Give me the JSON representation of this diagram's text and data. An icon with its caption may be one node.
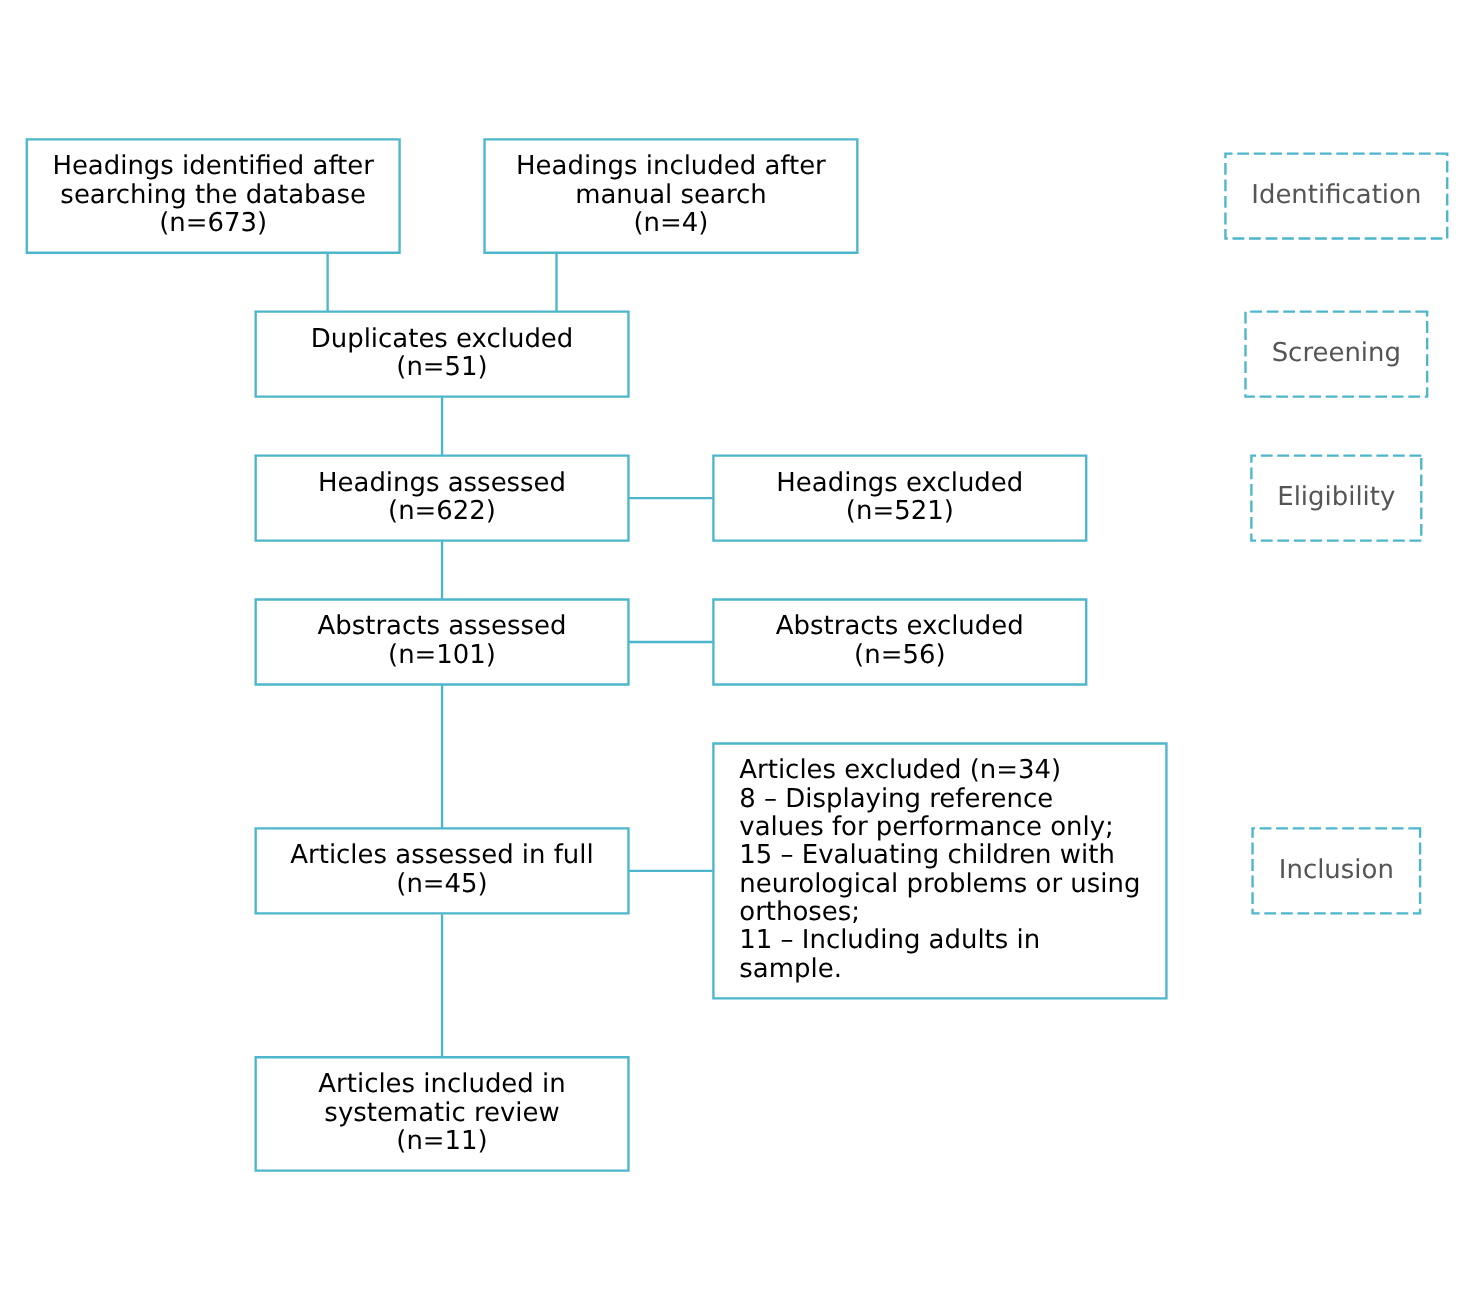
{
  "diagram": {
    "nodes": [
      {
        "text": [
          "Headings identified after searching the database",
          "(n=673)"
        ]
      },
      {
        "text": [
          "Headings included after manual search",
          "(n=4)"
        ]
      },
      {
        "text": [
          "Duplicates excluded",
          "(n=51)"
        ]
      },
      {
        "text": [
          "Headings assessed",
          "(n=622)"
        ]
      },
      {
        "text": [
          "Headings excluded",
          "(n=521)"
        ]
      },
      {
        "text": [
          "Abstracts assessed",
          "(n=101)"
        ]
      },
      {
        "text": [
          "Abstracts excluded",
          "(n=56)"
        ]
      },
      {
        "text": [
          "Articles excluded (n=34)",
          "8 – Displaying reference values for performance only;",
          "15 – Evaluating children with neurological problems or using orthoses;",
          "11 – Including adults in sample."
        ]
      },
      {
        "text": [
          "Articles assessed in full",
          "(n=45)"
        ]
      },
      {
        "text": [
          "Articles included in systematic review",
          "(n=11)"
        ]
      },
      {
        "text": [
          "Identification"
        ]
      },
      {
        "text": [
          "Screening"
        ]
      },
      {
        "text": [
          "Eligibility"
        ]
      },
      {
        "text": [
          "Inclusion"
        ]
      }
    ],
    "edges": [
      {
        "from": 0,
        "to": 2,
        "arrow": "none"
      },
      {
        "from": 1,
        "to": 2,
        "arrow": "none"
      },
      {
        "from": 2,
        "to": 3,
        "arrow": "none"
      },
      {
        "from": 3,
        "to": 4,
        "arrow": "none"
      },
      {
        "from": 3,
        "to": 5,
        "arrow": "none"
      },
      {
        "from": 5,
        "to": 6,
        "arrow": "none"
      },
      {
        "from": 5,
        "to": 8,
        "arrow": "none"
      },
      {
        "from": 8,
        "to": 7,
        "arrow": "none"
      },
      {
        "from": 8,
        "to": 9,
        "arrow": "none"
      }
    ]
  }
}
